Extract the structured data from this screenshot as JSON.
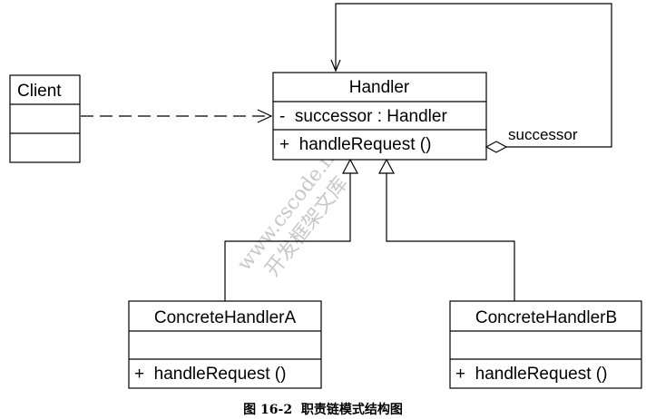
{
  "classes": {
    "client": {
      "name": "Client"
    },
    "handler": {
      "name": "Handler",
      "attribute": "-  successor : Handler",
      "operation": "+  handleRequest ()"
    },
    "concrete_a": {
      "name": "ConcreteHandlerA",
      "operation": "+  handleRequest ()"
    },
    "concrete_b": {
      "name": "ConcreteHandlerB",
      "operation": "+  handleRequest ()"
    }
  },
  "association_label": "successor",
  "caption": "图 16-2  职责链模式结构图",
  "watermark": {
    "line1": "www.cscode.net",
    "line2": "开发框架文库"
  }
}
